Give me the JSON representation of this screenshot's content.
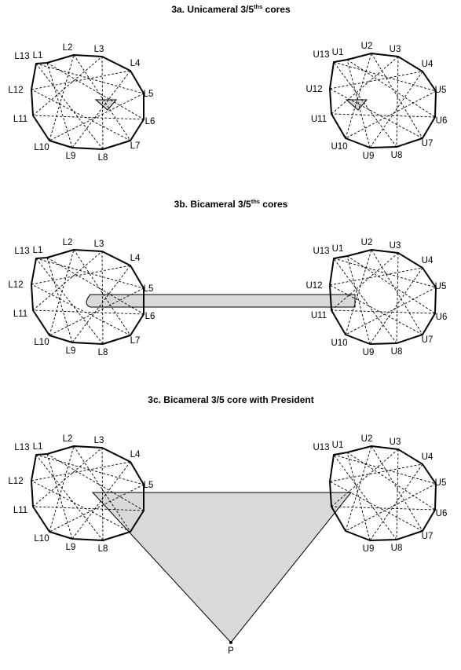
{
  "panels": [
    {
      "id": "3a",
      "title_main": "3a. Unicameral 3/5",
      "title_sup": "ths",
      "title_tail": " cores"
    },
    {
      "id": "3b",
      "title_main": "3b. Bicameral 3/5",
      "title_sup": "ths",
      "title_tail": " cores"
    },
    {
      "id": "3c",
      "title_main": "3c. Bicameral 3/5 core with President",
      "title_sup": "",
      "title_tail": ""
    }
  ],
  "lower_labels": [
    "L1",
    "L2",
    "L3",
    "L4",
    "L5",
    "L6",
    "L7",
    "L8",
    "L9",
    "L10",
    "L11",
    "L12",
    "L13"
  ],
  "upper_labels": [
    "U1",
    "U2",
    "U3",
    "U4",
    "U5",
    "U6",
    "U7",
    "U8",
    "U9",
    "U10",
    "U11",
    "U12",
    "U13"
  ],
  "president_label": "P",
  "colors": {
    "line": "#000000",
    "core_fill": "#d9d9d9",
    "background": "#ffffff"
  }
}
